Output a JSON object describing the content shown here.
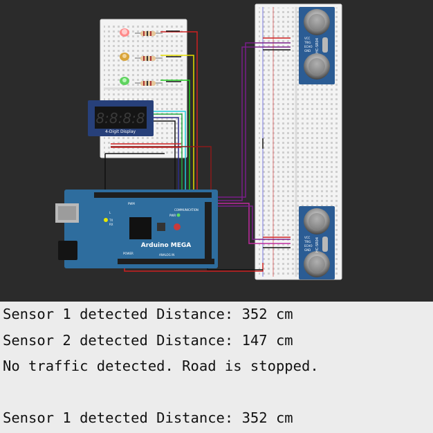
{
  "simulation": {
    "display_label": "4-Digit Display",
    "display_digits": "8:8:8:8",
    "board": {
      "brand": "Arduino MEGA",
      "pwm_label": "PWM",
      "communication_label": "COMMUNICATION",
      "analog_label": "ANALOG IN",
      "power_label": "POWER",
      "pwr_led_label": "PWR",
      "l_led_label": "L",
      "tx_label": "TX",
      "rx_label": "RX"
    },
    "sensor_label": "HC-SR04",
    "sensor_pins": [
      "VCC",
      "TRIG",
      "ECHO",
      "GND"
    ]
  },
  "serial_monitor": {
    "lines": [
      "Sensor 1 detected Distance: 352 cm",
      "Sensor 2 detected Distance: 147 cm",
      "No traffic detected. Road is stopped.",
      "",
      "Sensor 1 detected Distance: 352 cm"
    ]
  }
}
